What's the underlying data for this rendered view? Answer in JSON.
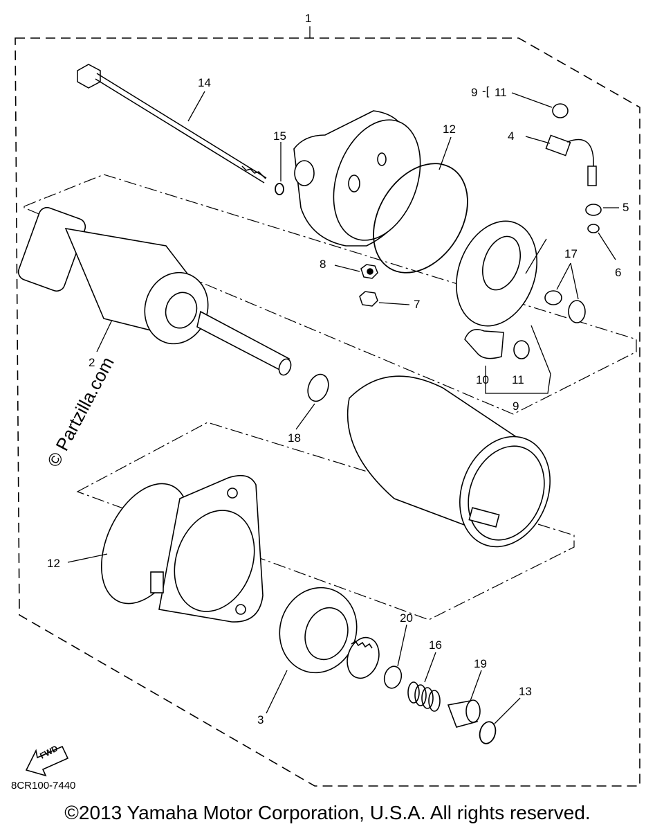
{
  "callouts": {
    "c1": "1",
    "c2": "2",
    "c3": "3",
    "c4": "4",
    "c5": "5",
    "c6": "6",
    "c7": "7",
    "c8": "8",
    "c9a": "9",
    "c9b": "9",
    "c10": "10",
    "c11a": "11",
    "c11b": "11",
    "c12a": "12",
    "c12b": "12",
    "c13": "13",
    "c14": "14",
    "c15": "15",
    "c16": "16",
    "c17": "17",
    "c18": "18",
    "c19": "19",
    "c20": "20"
  },
  "watermark": "© Partzilla.com",
  "fwd_label": "FWD",
  "diagram_code": "8CR100-7440",
  "copyright": "©2013 Yamaha Motor Corporation, U.S.A. All rights reserved."
}
